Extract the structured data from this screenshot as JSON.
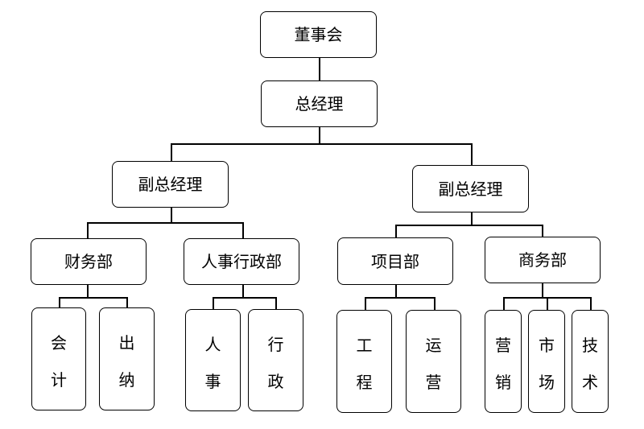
{
  "org_chart": {
    "board": "董事会",
    "general_manager": "总经理",
    "deputy_left": "副总经理",
    "deputy_right": "副总经理",
    "departments": {
      "finance": "财务部",
      "hr_admin": "人事行政部",
      "projects": "项目部",
      "business": "商务部"
    },
    "units": {
      "accounting": [
        "会",
        "计"
      ],
      "cashier": [
        "出",
        "纳"
      ],
      "personnel": [
        "人",
        "事"
      ],
      "admin": [
        "行",
        "政"
      ],
      "engineering": [
        "工",
        "程"
      ],
      "operations": [
        "运",
        "营"
      ],
      "marketing": [
        "营",
        "销"
      ],
      "market": [
        "市",
        "场"
      ],
      "tech": [
        "技",
        "术"
      ]
    }
  }
}
